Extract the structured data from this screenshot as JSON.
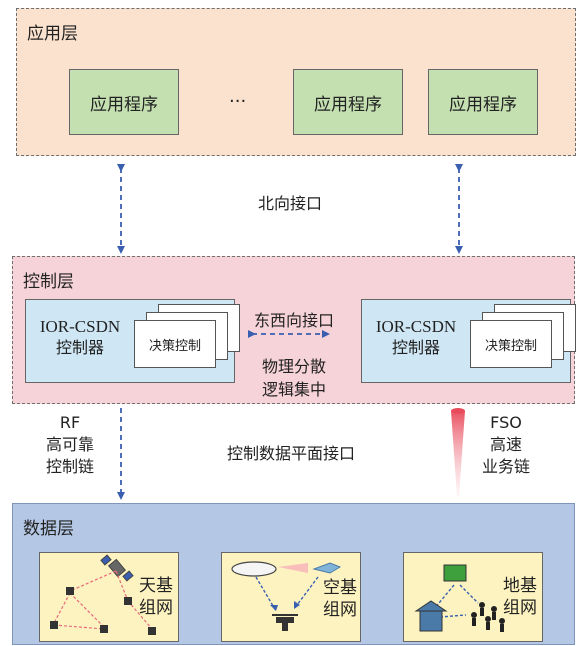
{
  "app_layer": {
    "title": "应用层",
    "apps": [
      "应用程序",
      "应用程序",
      "应用程序"
    ],
    "ellipsis": "···"
  },
  "north_interface": "北向接口",
  "control_layer": {
    "title": "控制层",
    "controllers": [
      {
        "name": "IOR-CSDN",
        "sub": "控制器",
        "doc": "决策控制"
      },
      {
        "name": "IOR-CSDN",
        "sub": "控制器",
        "doc": "决策控制"
      }
    ],
    "east_west": "东西向接口",
    "middle_line1": "物理分散",
    "middle_line2": "逻辑集中"
  },
  "links": {
    "rf": {
      "line1": "RF",
      "line2": "高可靠",
      "line3": "控制链"
    },
    "southbound": "控制数据平面接口",
    "fso": {
      "line1": "FSO",
      "line2": "高速",
      "line3": "业务链"
    }
  },
  "data_layer": {
    "title": "数据层",
    "panels": [
      {
        "line1": "天基",
        "line2": "组网"
      },
      {
        "line1": "空基",
        "line2": "组网"
      },
      {
        "line1": "地基",
        "line2": "组网"
      }
    ]
  },
  "colors": {
    "app_bg": "#fbe2cf",
    "app_box": "#c4dfb0",
    "control_bg": "#f6d3d9",
    "controller_box": "#cfe6f4",
    "data_bg": "#b4c8e6",
    "panel_bg": "#fdf3c1",
    "arrow_blue": "#3a5fb0",
    "fso_beam": "#e84a5a"
  }
}
